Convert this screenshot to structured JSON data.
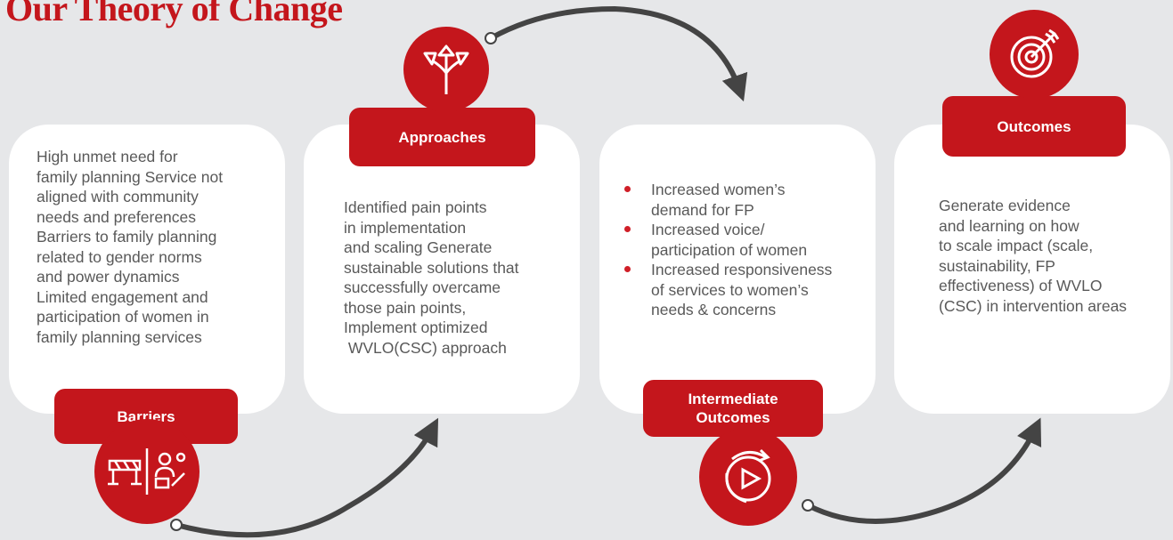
{
  "title": "Our Theory of Change",
  "colors": {
    "accent": "#c4161c",
    "background": "#e6e7e9",
    "card": "#ffffff",
    "text": "#595959",
    "arrow": "#444444"
  },
  "barriers": {
    "label": "Barriers",
    "icon": "barrier-person-icon",
    "lines": [
      "High unmet need for",
      "family planning Service not",
      "aligned with community",
      "needs and preferences",
      "Barriers to family planning",
      "related to gender norms",
      "and power dynamics",
      "Limited engagement and",
      "participation of women in",
      "family planning services"
    ]
  },
  "approaches": {
    "label": "Approaches",
    "icon": "diverging-arrows-icon",
    "lines": [
      "Identified pain points",
      "in implementation",
      "and scaling Generate",
      "sustainable solutions that",
      "successfully overcame",
      "those pain points,",
      "Implement optimized",
      " WVLO(CSC) approach"
    ]
  },
  "intermediate": {
    "label_line1": "Intermediate",
    "label_line2": "Outcomes",
    "icon": "play-cycle-icon",
    "bullets": [
      {
        "line1": "Increased women’s",
        "line2": "demand for FP"
      },
      {
        "line1": "Increased voice/",
        "line2": "participation of women"
      },
      {
        "line1": "Increased responsiveness",
        "line2": "of services to women’s",
        "line3": "needs & concerns"
      }
    ]
  },
  "outcomes": {
    "label": "Outcomes",
    "icon": "target-arrow-icon",
    "lines": [
      "Generate evidence",
      "and learning on how",
      "to scale impact (scale,",
      "sustainability, FP",
      "effectiveness) of WVLO",
      "(CSC) in intervention areas"
    ]
  }
}
